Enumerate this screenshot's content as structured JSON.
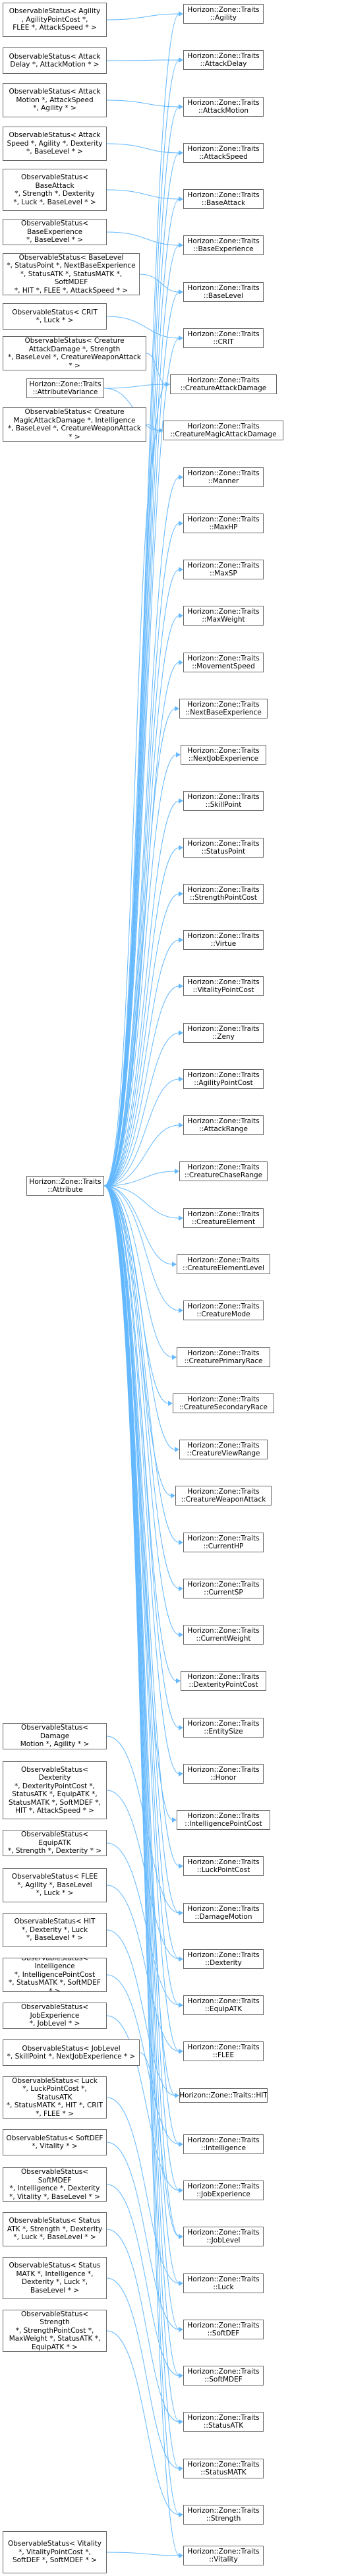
{
  "diagram": {
    "colors": {
      "edge": "#63b8ff",
      "node_border": "#666666",
      "node_fill": "#ffffff",
      "text": "#000000"
    },
    "nodes": {
      "os_agility": "ObservableStatus< Agility\n, AgilityPointCost *,\n FLEE *, AttackSpeed * >",
      "os_attack_delay": "ObservableStatus< Attack\nDelay *, AttackMotion * >",
      "os_attack_motion": "ObservableStatus< Attack\nMotion *, AttackSpeed\n *, Agility * >",
      "os_attack_speed": "ObservableStatus< Attack\nSpeed *, Agility *, Dexterity\n *, BaseLevel * >",
      "os_base_attack": "ObservableStatus< BaseAttack\n *, Strength *, Dexterity\n *, Luck *, BaseLevel * >",
      "os_base_experience": "ObservableStatus< BaseExperience\n *, BaseLevel * >",
      "os_base_level": "ObservableStatus< BaseLevel\n *, StatusPoint *, NextBaseExperience\n *, StatusATK *, StatusMATK *, SoftMDEF\n *, HIT *, FLEE *, AttackSpeed * >",
      "os_crit": "ObservableStatus< CRIT\n *, Luck * >",
      "os_creature_attack_damage": "ObservableStatus< Creature\nAttackDamage *, Strength\n *, BaseLevel *, CreatureWeaponAttack * >",
      "os_creature_magic_attack_damage": "ObservableStatus< Creature\nMagicAttackDamage *, Intelligence\n *, BaseLevel *, CreatureWeaponAttack * >",
      "attribute_variance": "Horizon::Zone::Traits\n::AttributeVariance",
      "attribute": "Horizon::Zone::Traits\n::Attribute",
      "os_damage_motion": "ObservableStatus< Damage\nMotion *, Agility * >",
      "os_dexterity": "ObservableStatus< Dexterity\n *, DexterityPointCost *,\n StatusATK *, EquipATK *,\n StatusMATK *, SoftMDEF *,\n HIT *, AttackSpeed * >",
      "os_equip_atk": "ObservableStatus< EquipATK\n *, Strength *, Dexterity * >",
      "os_flee": "ObservableStatus< FLEE\n *, Agility *, BaseLevel\n *, Luck * >",
      "os_hit": "ObservableStatus< HIT\n *, Dexterity *, Luck\n *, BaseLevel * >",
      "os_intelligence": "ObservableStatus< Intelligence\n *, IntelligencePointCost\n *, StatusMATK *, SoftMDEF * >",
      "os_job_experience": "ObservableStatus< JobExperience\n *, JobLevel * >",
      "os_job_level": "ObservableStatus< JobLevel\n *, SkillPoint *, NextJobExperience * >",
      "os_luck": "ObservableStatus< Luck\n *, LuckPointCost *, StatusATK\n *, StatusMATK *, HIT *, CRIT\n *, FLEE * >",
      "os_soft_def": "ObservableStatus< SoftDEF\n *, Vitality * >",
      "os_soft_mdef": "ObservableStatus< SoftMDEF\n *, Intelligence *, Dexterity\n *, Vitality *, BaseLevel * >",
      "os_status_atk": "ObservableStatus< Status\nATK *, Strength *, Dexterity\n *, Luck *, BaseLevel * >",
      "os_status_matk": "ObservableStatus< Status\nMATK *, Intelligence *,\n Dexterity *, Luck *, BaseLevel * >",
      "os_strength": "ObservableStatus< Strength\n *, StrengthPointCost *,\n MaxWeight *, StatusATK *,\n EquipATK * >",
      "os_vitality": "ObservableStatus< Vitality\n *, VitalityPointCost *,\n SoftDEF *, SoftMDEF * >",
      "t_agility": "Horizon::Zone::Traits\n::Agility",
      "t_attack_delay": "Horizon::Zone::Traits\n::AttackDelay",
      "t_attack_motion": "Horizon::Zone::Traits\n::AttackMotion",
      "t_attack_speed": "Horizon::Zone::Traits\n::AttackSpeed",
      "t_base_attack": "Horizon::Zone::Traits\n::BaseAttack",
      "t_base_experience": "Horizon::Zone::Traits\n::BaseExperience",
      "t_base_level": "Horizon::Zone::Traits\n::BaseLevel",
      "t_crit": "Horizon::Zone::Traits\n::CRIT",
      "t_creature_attack_damage": "Horizon::Zone::Traits\n::CreatureAttackDamage",
      "t_creature_magic_attack_damage": "Horizon::Zone::Traits\n::CreatureMagicAttackDamage",
      "t_manner": "Horizon::Zone::Traits\n::Manner",
      "t_max_hp": "Horizon::Zone::Traits\n::MaxHP",
      "t_max_sp": "Horizon::Zone::Traits\n::MaxSP",
      "t_max_weight": "Horizon::Zone::Traits\n::MaxWeight",
      "t_movement_speed": "Horizon::Zone::Traits\n::MovementSpeed",
      "t_next_base_experience": "Horizon::Zone::Traits\n::NextBaseExperience",
      "t_next_job_experience": "Horizon::Zone::Traits\n::NextJobExperience",
      "t_skill_point": "Horizon::Zone::Traits\n::SkillPoint",
      "t_status_point": "Horizon::Zone::Traits\n::StatusPoint",
      "t_strength_point_cost": "Horizon::Zone::Traits\n::StrengthPointCost",
      "t_virtue": "Horizon::Zone::Traits\n::Virtue",
      "t_vitality_point_cost": "Horizon::Zone::Traits\n::VitalityPointCost",
      "t_zeny": "Horizon::Zone::Traits\n::Zeny",
      "t_agility_point_cost": "Horizon::Zone::Traits\n::AgilityPointCost",
      "t_attack_range": "Horizon::Zone::Traits\n::AttackRange",
      "t_creature_chase_range": "Horizon::Zone::Traits\n::CreatureChaseRange",
      "t_creature_element": "Horizon::Zone::Traits\n::CreatureElement",
      "t_creature_element_level": "Horizon::Zone::Traits\n::CreatureElementLevel",
      "t_creature_mode": "Horizon::Zone::Traits\n::CreatureMode",
      "t_creature_primary_race": "Horizon::Zone::Traits\n::CreaturePrimaryRace",
      "t_creature_secondary_race": "Horizon::Zone::Traits\n::CreatureSecondaryRace",
      "t_creature_view_range": "Horizon::Zone::Traits\n::CreatureViewRange",
      "t_creature_weapon_attack": "Horizon::Zone::Traits\n::CreatureWeaponAttack",
      "t_current_hp": "Horizon::Zone::Traits\n::CurrentHP",
      "t_current_sp": "Horizon::Zone::Traits\n::CurrentSP",
      "t_current_weight": "Horizon::Zone::Traits\n::CurrentWeight",
      "t_dexterity_point_cost": "Horizon::Zone::Traits\n::DexterityPointCost",
      "t_entity_size": "Horizon::Zone::Traits\n::EntitySize",
      "t_honor": "Horizon::Zone::Traits\n::Honor",
      "t_intelligence_point_cost": "Horizon::Zone::Traits\n::IntelligencePointCost",
      "t_luck_point_cost": "Horizon::Zone::Traits\n::LuckPointCost",
      "t_damage_motion": "Horizon::Zone::Traits\n::DamageMotion",
      "t_dexterity": "Horizon::Zone::Traits\n::Dexterity",
      "t_equip_atk": "Horizon::Zone::Traits\n::EquipATK",
      "t_flee": "Horizon::Zone::Traits\n::FLEE",
      "t_hit": "Horizon::Zone::Traits::HIT",
      "t_intelligence": "Horizon::Zone::Traits\n::Intelligence",
      "t_job_experience": "Horizon::Zone::Traits\n::JobExperience",
      "t_job_level": "Horizon::Zone::Traits\n::JobLevel",
      "t_luck": "Horizon::Zone::Traits\n::Luck",
      "t_soft_def": "Horizon::Zone::Traits\n::SoftDEF",
      "t_soft_mdef": "Horizon::Zone::Traits\n::SoftMDEF",
      "t_status_atk": "Horizon::Zone::Traits\n::StatusATK",
      "t_status_matk": "Horizon::Zone::Traits\n::StatusMATK",
      "t_strength": "Horizon::Zone::Traits\n::Strength",
      "t_vitality": "Horizon::Zone::Traits\n::Vitality"
    }
  }
}
